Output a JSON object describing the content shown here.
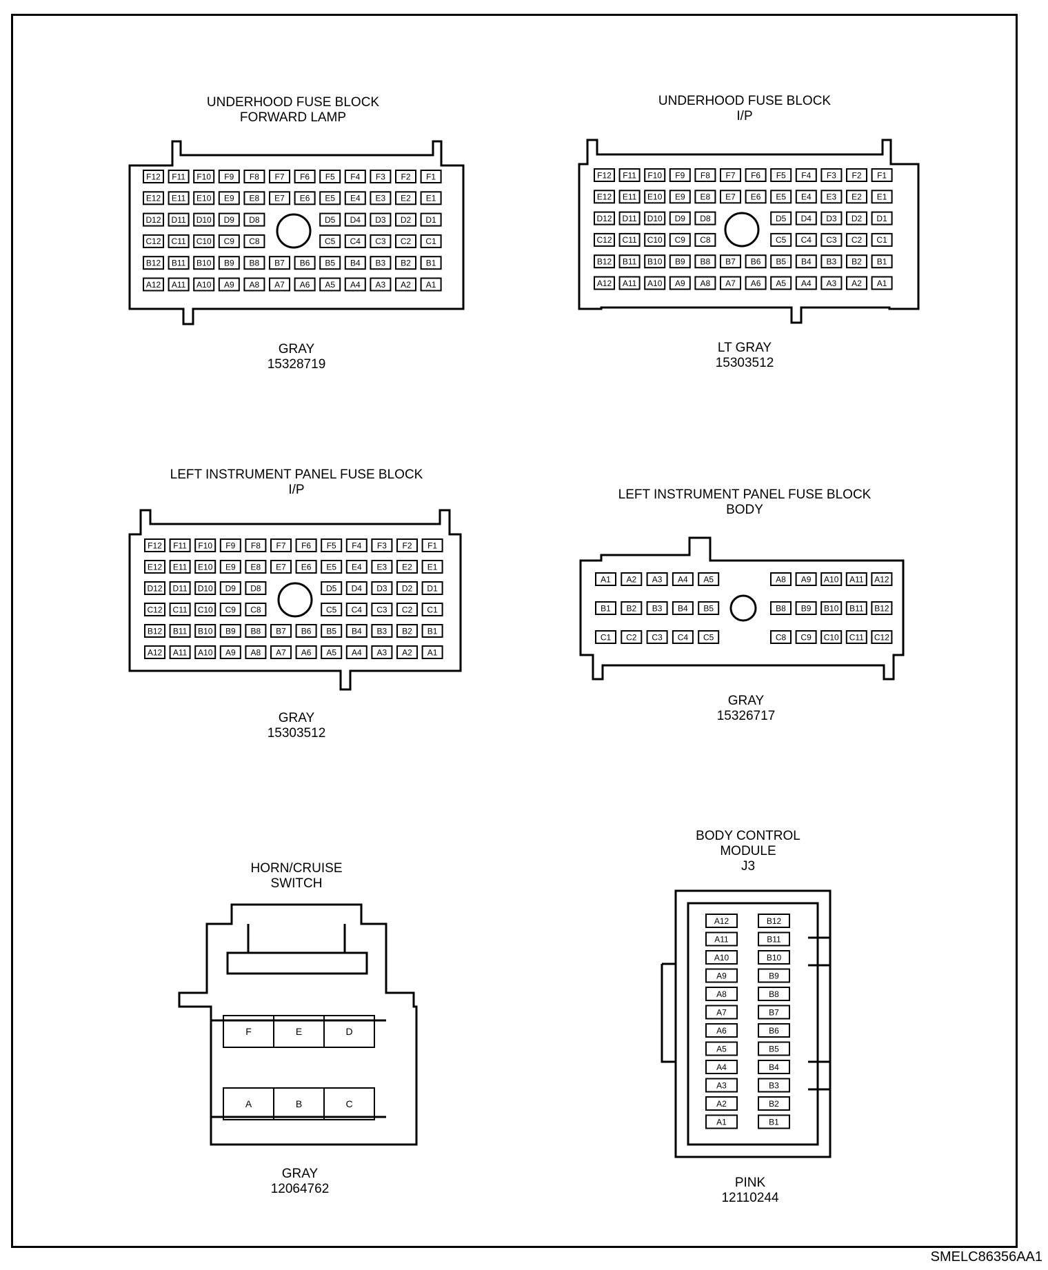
{
  "figure_id": "SMELC86356AA1",
  "connectors": [
    {
      "id": "uhfb-forward-lamp",
      "title": [
        "UNDERHOOD FUSE BLOCK",
        "FORWARD LAMP"
      ],
      "color": "GRAY",
      "part_number": "15328719",
      "rows": [
        "F",
        "E",
        "D",
        "C",
        "B",
        "A"
      ],
      "cols": [
        12,
        11,
        10,
        9,
        8,
        7,
        6,
        5,
        4,
        3,
        2,
        1
      ],
      "hub_omits_rows": [
        "D",
        "C"
      ],
      "hub_omits_cols": [
        7,
        6
      ]
    },
    {
      "id": "uhfb-ip",
      "title": [
        "UNDERHOOD FUSE BLOCK",
        "I/P"
      ],
      "color": "LT GRAY",
      "part_number": "15303512",
      "rows": [
        "F",
        "E",
        "D",
        "C",
        "B",
        "A"
      ],
      "cols": [
        12,
        11,
        10,
        9,
        8,
        7,
        6,
        5,
        4,
        3,
        2,
        1
      ],
      "hub_omits_rows": [
        "D",
        "C"
      ],
      "hub_omits_cols": [
        7,
        6
      ]
    },
    {
      "id": "lipfb-ip",
      "title": [
        "LEFT INSTRUMENT PANEL FUSE BLOCK",
        "I/P"
      ],
      "color": "GRAY",
      "part_number": "15303512",
      "rows": [
        "F",
        "E",
        "D",
        "C",
        "B",
        "A"
      ],
      "cols": [
        12,
        11,
        10,
        9,
        8,
        7,
        6,
        5,
        4,
        3,
        2,
        1
      ],
      "hub_omits_rows": [
        "D",
        "C"
      ],
      "hub_omits_cols": [
        7,
        6
      ]
    },
    {
      "id": "lipfb-body",
      "title": [
        "LEFT INSTRUMENT PANEL FUSE BLOCK",
        "BODY"
      ],
      "color": "GRAY",
      "part_number": "15326717",
      "rows": [
        "A",
        "B",
        "C"
      ],
      "left_cols": [
        1,
        2,
        3,
        4,
        5
      ],
      "right_cols": [
        8,
        9,
        10,
        11,
        12
      ]
    },
    {
      "id": "horn-cruise-switch",
      "title": [
        "HORN/CRUISE",
        "SWITCH"
      ],
      "color": "GRAY",
      "part_number": "12064762",
      "top_cavities": [
        "F",
        "E",
        "D"
      ],
      "bottom_cavities": [
        "A",
        "B",
        "C"
      ]
    },
    {
      "id": "bcm-j3",
      "title": [
        "BODY CONTROL",
        "MODULE",
        "J3"
      ],
      "color": "PINK",
      "part_number": "12110244",
      "left_column": [
        "A12",
        "A11",
        "A10",
        "A9",
        "A8",
        "A7",
        "A6",
        "A5",
        "A4",
        "A3",
        "A2",
        "A1"
      ],
      "right_column": [
        "B12",
        "B11",
        "B10",
        "B9",
        "B8",
        "B7",
        "B6",
        "B5",
        "B4",
        "B3",
        "B2",
        "B1"
      ]
    }
  ]
}
